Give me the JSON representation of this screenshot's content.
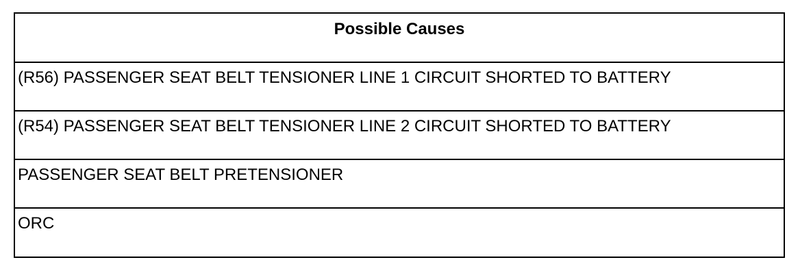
{
  "table": {
    "header": "Possible Causes",
    "rows": [
      "(R56) PASSENGER SEAT BELT TENSIONER LINE 1 CIRCUIT SHORTED TO BATTERY",
      "(R54) PASSENGER SEAT BELT TENSIONER LINE 2 CIRCUIT SHORTED TO BATTERY",
      "PASSENGER SEAT BELT PRETENSIONER",
      "ORC"
    ]
  }
}
